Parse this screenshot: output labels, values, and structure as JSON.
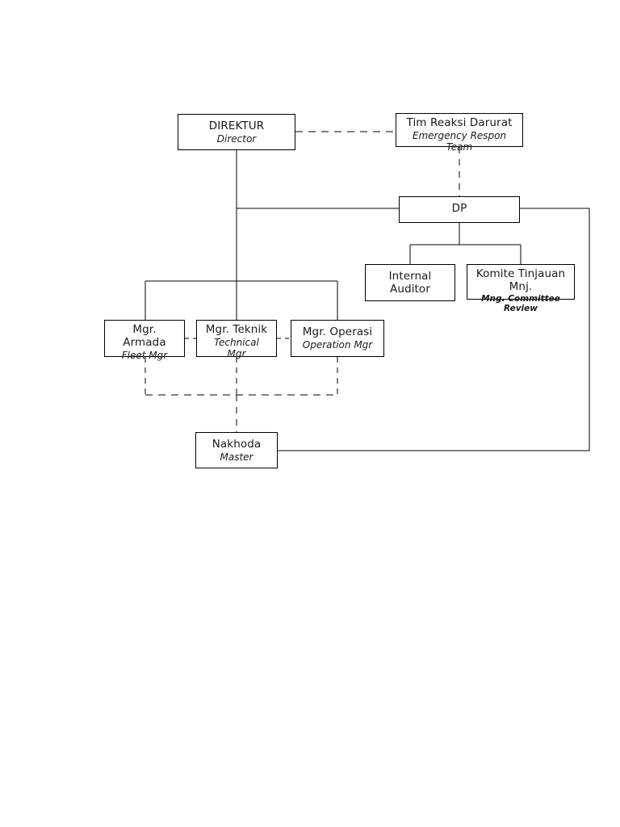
{
  "diagram": {
    "type": "organizational-chart",
    "title": "",
    "line_color": "#000000",
    "box_border_color": "#000000",
    "background": "#ffffff",
    "nodes": [
      {
        "id": "direktur",
        "label_id": "DIREKTUR",
        "label_en": "Director"
      },
      {
        "id": "emergency_response_team",
        "label_id": "Tim Reaksi Darurat",
        "label_en": "Emergency Respon",
        "label_en_overflow": "Team"
      },
      {
        "id": "dp",
        "label_id": "DP",
        "label_en": ""
      },
      {
        "id": "internal_auditor",
        "label_id": "Internal",
        "label_id_line2": "Auditor",
        "label_en": ""
      },
      {
        "id": "komite_tinjauan",
        "label_id": "Komite Tinjauan",
        "label_id_line2": "Mnj.",
        "label_en": "Mng. Committee",
        "label_en_overflow": "Review"
      },
      {
        "id": "mgr_armada",
        "label_id": "Mgr.",
        "label_id_line2": "Armada",
        "label_en": "Fleet Mgr"
      },
      {
        "id": "mgr_teknik",
        "label_id": "Mgr. Teknik",
        "label_en": "Technical",
        "label_en_overflow": "Mgr"
      },
      {
        "id": "mgr_operasi",
        "label_id": "Mgr. Operasi",
        "label_en": "Operation  Mgr"
      },
      {
        "id": "nakhoda",
        "label_id": "Nakhoda",
        "label_en": "Master"
      }
    ],
    "connections": [
      {
        "from": "direktur",
        "to": "emergency_response_team",
        "style": "dashed"
      },
      {
        "from": "emergency_response_team",
        "to": "dp",
        "style": "dashed"
      },
      {
        "from": "direktur",
        "to": "dp",
        "style": "solid"
      },
      {
        "from": "dp",
        "to": "internal_auditor",
        "style": "solid"
      },
      {
        "from": "dp",
        "to": "komite_tinjauan",
        "style": "solid"
      },
      {
        "from": "direktur",
        "to": "mgr_armada",
        "style": "solid"
      },
      {
        "from": "direktur",
        "to": "mgr_teknik",
        "style": "solid"
      },
      {
        "from": "direktur",
        "to": "mgr_operasi",
        "style": "solid"
      },
      {
        "from": "mgr_armada",
        "to": "nakhoda",
        "style": "dashed"
      },
      {
        "from": "mgr_teknik",
        "to": "nakhoda",
        "style": "dashed"
      },
      {
        "from": "mgr_operasi",
        "to": "nakhoda",
        "style": "dashed"
      },
      {
        "from": "mgr_armada",
        "to": "mgr_teknik",
        "style": "dashed"
      },
      {
        "from": "mgr_teknik",
        "to": "mgr_operasi",
        "style": "dashed"
      },
      {
        "from": "dp",
        "to": "nakhoda",
        "style": "solid"
      }
    ]
  }
}
